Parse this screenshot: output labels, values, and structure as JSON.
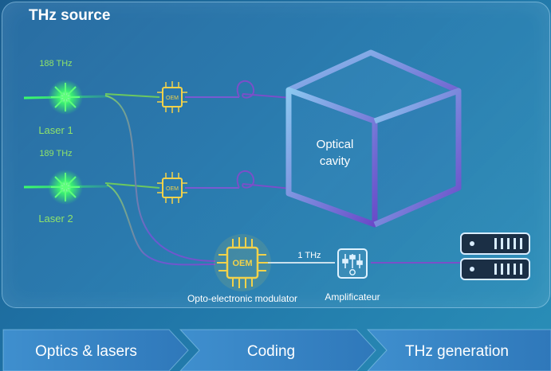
{
  "title": "THz source",
  "lasers": [
    {
      "name": "Laser 1",
      "freq": "188 THz"
    },
    {
      "name": "Laser 2",
      "freq": "189 THz"
    }
  ],
  "oem_chip_label": "OEM",
  "cavity_label_line1": "Optical",
  "cavity_label_line2": "cavity",
  "modulator_label": "Opto-electronic modulator",
  "output_freq": "1 THz",
  "amplifier_label": "Amplificateur",
  "pipeline": [
    "Optics & lasers",
    "Coding",
    "THz generation"
  ],
  "colors": {
    "laser": "#3cff6a",
    "chip": "#f2d24a",
    "fiber": "#7b4fc9",
    "cavity_edge": "#6ea8e0"
  }
}
